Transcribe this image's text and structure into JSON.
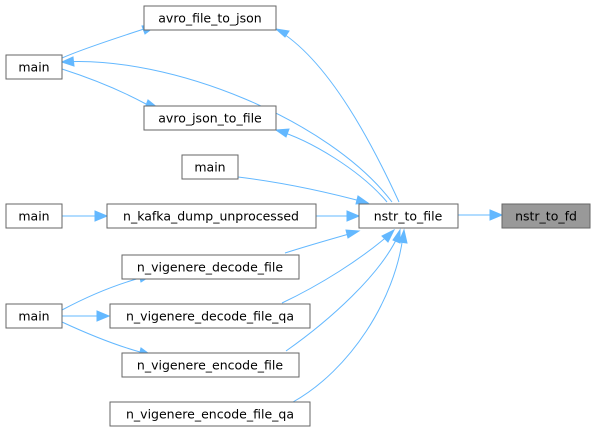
{
  "colors": {
    "edge": "#63b8ff",
    "node_border": "#666666",
    "focus_fill": "#999999",
    "node_fill": "#ffffff"
  },
  "nodes": [
    {
      "id": "avro_file_to_json",
      "label": "avro_file_to_json"
    },
    {
      "id": "main1",
      "label": "main"
    },
    {
      "id": "avro_json_to_file",
      "label": "avro_json_to_file"
    },
    {
      "id": "main2",
      "label": "main"
    },
    {
      "id": "main3",
      "label": "main"
    },
    {
      "id": "n_kafka_dump_unprocessed",
      "label": "n_kafka_dump_unprocessed"
    },
    {
      "id": "nstr_to_file",
      "label": "nstr_to_file"
    },
    {
      "id": "nstr_to_fd",
      "label": "nstr_to_fd"
    },
    {
      "id": "n_vigenere_decode_file",
      "label": "n_vigenere_decode_file"
    },
    {
      "id": "main4",
      "label": "main"
    },
    {
      "id": "n_vigenere_decode_file_qa",
      "label": "n_vigenere_decode_file_qa"
    },
    {
      "id": "n_vigenere_encode_file",
      "label": "n_vigenere_encode_file"
    },
    {
      "id": "n_vigenere_encode_file_qa",
      "label": "n_vigenere_encode_file_qa"
    }
  ]
}
